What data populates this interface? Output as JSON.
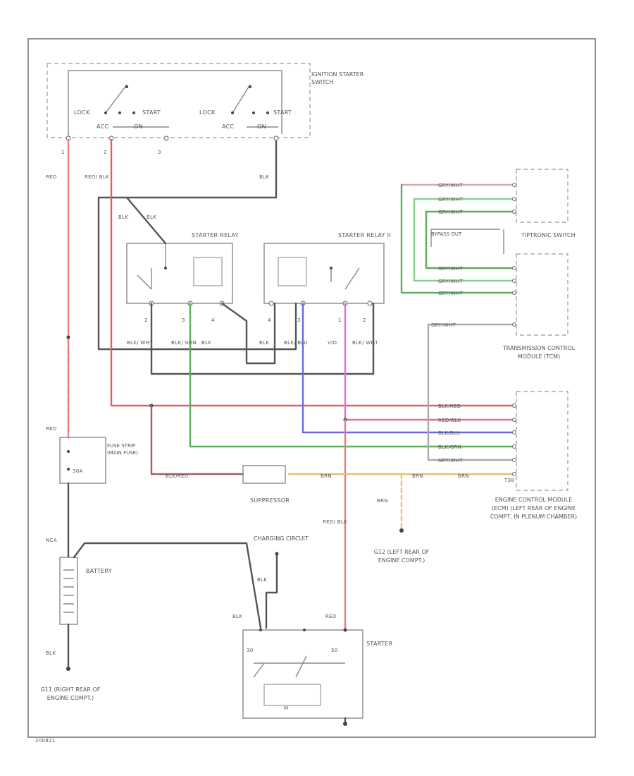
{
  "components": {
    "ignition_switch": {
      "name": "IGNITION STARTER SWITCH",
      "labels": [
        "LOCK",
        "ACC",
        "ON",
        "START",
        "LOCK",
        "ACC",
        "ON",
        "START"
      ],
      "pins": [
        "1",
        "2",
        "3"
      ]
    },
    "starter_relay": {
      "name": "STARTER RELAY",
      "pins": [
        "2",
        "3",
        "4"
      ]
    },
    "starter_relay_2": {
      "name": "STARTER RELAY II",
      "pins": [
        "4",
        "3",
        "1",
        "2"
      ]
    },
    "tiptronic_switch": {
      "name": "TIPTRONIC SWITCH",
      "bypass": "BYPASS OUT"
    },
    "tcm": {
      "name": "TRANSMISSION CONTROL MODULE (TCM)"
    },
    "ecm": {
      "name": "ENGINE CONTROL MODULE (ECM) (LEFT REAR OF ENGINE COMPT, IN PLENUM CHAMBER)",
      "connector": "T38"
    },
    "fuse": {
      "name": "FUSE STRIP (MAIN FUSE)",
      "value": "30A"
    },
    "battery": {
      "name": "BATTERY"
    },
    "suppressor": {
      "name": "SUPPRESSOR"
    },
    "charging_circuit": {
      "name": "CHARGING CIRCUIT"
    },
    "starter": {
      "name": "STARTER",
      "pins": [
        "30",
        "50",
        "M"
      ]
    },
    "ground_right": {
      "name": "G11 (RIGHT REAR OF ENGINE COMPT.)"
    },
    "ground_left": {
      "name": "G12 (LEFT REAR OF ENGINE COMPT.)"
    }
  },
  "wire_labels": {
    "red_left": "RED",
    "red_blk_left": "RED/ BLK",
    "blk_top": "BLK",
    "blk_a": "BLK",
    "blk_b": "BLK",
    "relay_blk_wht": "BLK/ WHT",
    "relay_blk_grn": "BLK/ GRN",
    "relay_blk": "BLK",
    "relay_blk_2": "BLK",
    "relay_blk_blu": "BLK/ BLU",
    "relay_vio": "VIO",
    "relay_blk_wht_2": "BLK/ WHT",
    "red_fuse": "RED",
    "nca": "NCA",
    "blk_bat": "BLK",
    "blk_chg": "BLK",
    "blk_st": "BLK",
    "red_st": "RED",
    "red_blk_mid": "RED/ BLK",
    "brn_gnd": "BRN",
    "tcm_gry_wht_1": "GRY/WHT",
    "tcm_gry_wht_2": "GRY/WHT",
    "tcm_gry_wht_3": "GRY/WHT",
    "tcm_gry_wht_4": "GRY/WHT",
    "tcm_gry_wht_5": "GRY/WHT",
    "tcm_gry_wht_6": "GRY/WHT",
    "tcm_gry_wht_7": "GRY/WHT",
    "ecm_blk_red": "BLK/RED",
    "ecm_red_blk": "RED/BLK",
    "ecm_blk_blu": "BLK/BLU",
    "ecm_blk_grn": "BLK/GRN",
    "ecm_gry_wht": "GRY/WHT",
    "ecm_brn": "BRN",
    "sup_blk_red": "BLK/RED",
    "sup_brn": "BRN",
    "sup_brn2": "BRN"
  },
  "footer_code": "200821"
}
